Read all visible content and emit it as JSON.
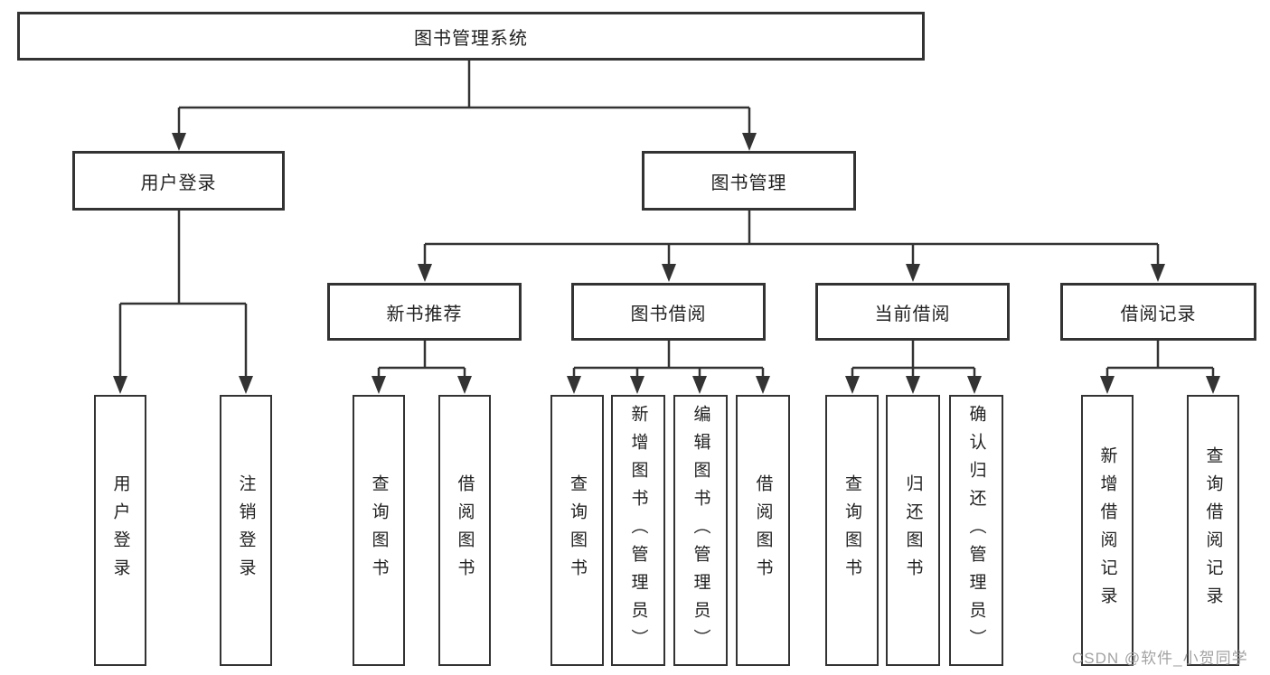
{
  "tree": {
    "root": "图书管理系统",
    "children": [
      {
        "label": "用户登录",
        "children": [
          {
            "label": "用户登录"
          },
          {
            "label": "注销登录"
          }
        ]
      },
      {
        "label": "图书管理",
        "children": [
          {
            "label": "新书推荐",
            "children": [
              {
                "label": "查询图书"
              },
              {
                "label": "借阅图书"
              }
            ]
          },
          {
            "label": "图书借阅",
            "children": [
              {
                "label": "查询图书"
              },
              {
                "label": "新增图书（管理员）"
              },
              {
                "label": "编辑图书（管理员）"
              },
              {
                "label": "借阅图书"
              }
            ]
          },
          {
            "label": "当前借阅",
            "children": [
              {
                "label": "查询图书"
              },
              {
                "label": "归还图书"
              },
              {
                "label": "确认归还（管理员）"
              }
            ]
          },
          {
            "label": "借阅记录",
            "children": [
              {
                "label": "新增借阅记录"
              },
              {
                "label": "查询借阅记录"
              }
            ]
          }
        ]
      }
    ]
  },
  "watermark": {
    "text": "CSDN @软件_小贺同学"
  },
  "colors": {
    "line": "#333333",
    "text": "#222222",
    "watermark": "#9e9e9e",
    "background": "#ffffff"
  }
}
